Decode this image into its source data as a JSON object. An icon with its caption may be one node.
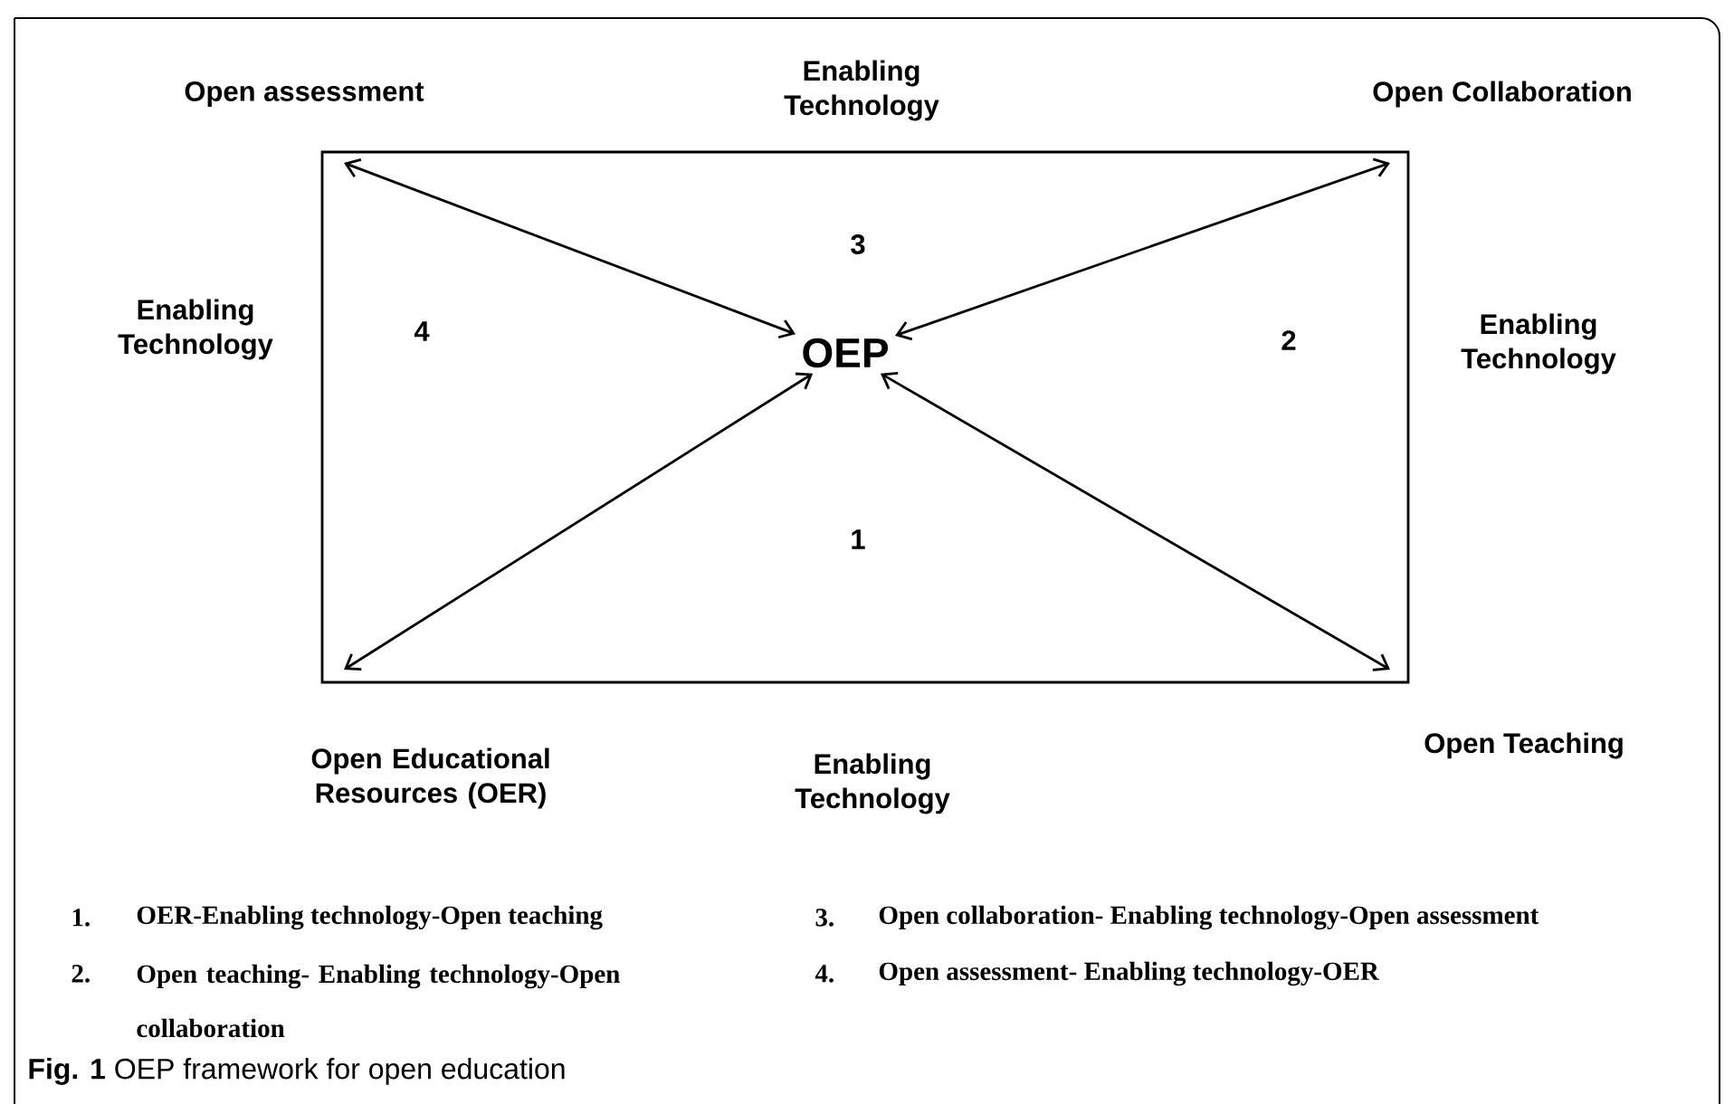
{
  "diagram": {
    "caption": "**Fig. 1** OEP framework for open education",
    "nodes": [
      {
        "text": [
          "Open assessment"
        ]
      },
      {
        "text": [
          "Open Collaboration"
        ]
      },
      {
        "text": [
          "OEP"
        ]
      },
      {
        "text": [
          "Open Educational Resources (OER)"
        ]
      },
      {
        "text": [
          "Open Teaching"
        ]
      }
    ],
    "edges": [
      {
        "from": 2,
        "to": 0,
        "arrow": "both"
      },
      {
        "from": 2,
        "to": 1,
        "arrow": "both"
      },
      {
        "from": 2,
        "to": 3,
        "arrow": "both"
      },
      {
        "from": 2,
        "to": 4,
        "arrow": "both"
      }
    ],
    "labels": [
      "Enabling Technology",
      "3",
      "Enabling Technology",
      "4",
      "2",
      "Enabling Technology",
      "1",
      "Enabling Technology",
      "1.",
      "OER-Enabling technology-Open teaching",
      "3.",
      "Open collaboration- Enabling technology-Open assessment",
      "2.",
      "Open teaching- Enabling technology-Open collaboration",
      "4.",
      "Open assessment- Enabling technology-OER"
    ]
  }
}
